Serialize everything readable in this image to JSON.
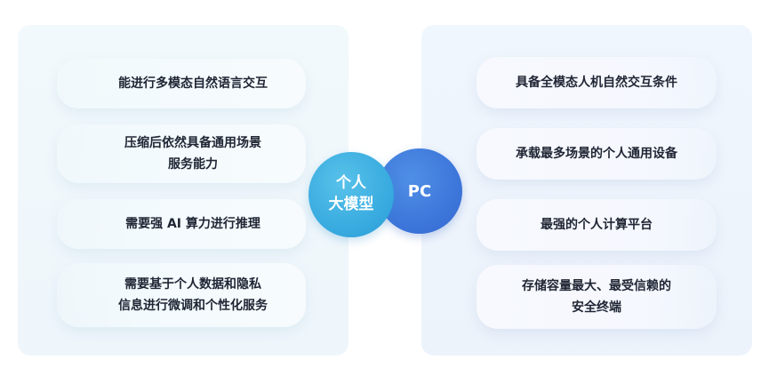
{
  "center": {
    "model_label": "个人\n大模型",
    "pc_label": "PC"
  },
  "left_items": [
    "能进行多模态自然语言交互",
    "压缩后依然具备通用场景\n服务能力",
    "需要强 AI 算力进行推理",
    "需要基于个人数据和隐私\n信息进行微调和个性化服务"
  ],
  "right_items": [
    "具备全模态人机自然交互条件",
    "承载最多场景的个人通用设备",
    "最强的个人计算平台",
    "存储容量最大、最受信赖的\n安全终端"
  ],
  "colors": {
    "model_circle": "#35a8de",
    "pc_circle": "#3b73d8",
    "text": "#1f2533"
  }
}
